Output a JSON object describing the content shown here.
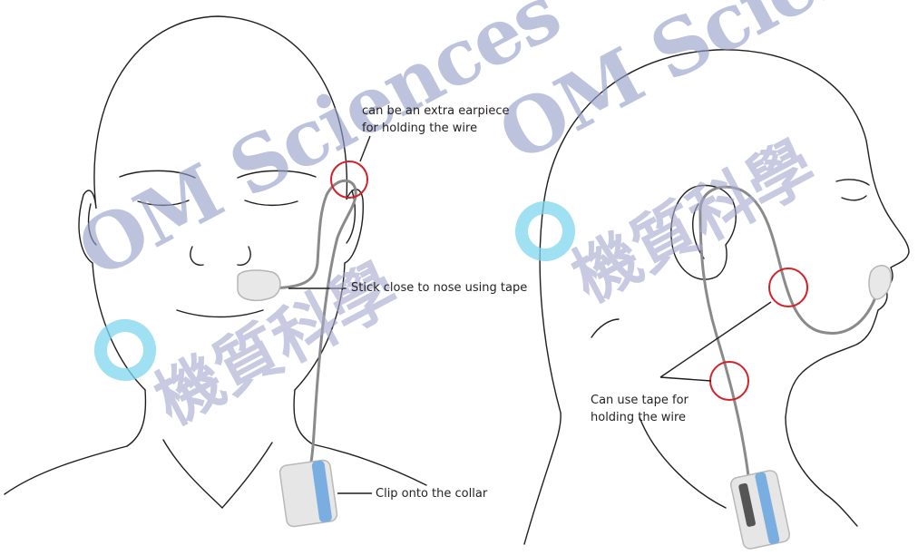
{
  "labels": {
    "earpiece_line1": "can be an extra earpiece",
    "earpiece_line2": "for holding the wire",
    "nose": "Stick close to nose using tape",
    "collar": "Clip onto the collar",
    "tape_line1": "Can use tape for",
    "tape_line2": "holding the wire"
  },
  "watermark": {
    "brand_text": "OM Sciences",
    "chinese_text": "機質科學"
  },
  "colors": {
    "outline": "#1f1f1f",
    "callout_circle": "#d12229",
    "wire": "#8a8a8a",
    "device_body": "#e6e6e6",
    "device_stripe": "#7aaee0",
    "watermark_o": "#7fd6ee",
    "watermark_text": "#969ec8"
  }
}
